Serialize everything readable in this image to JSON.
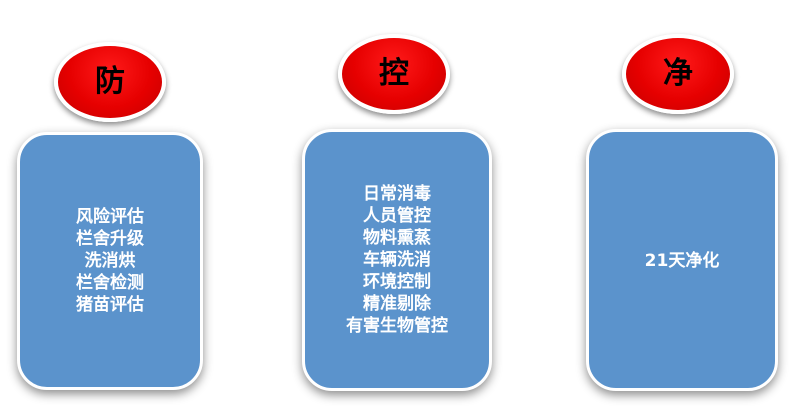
{
  "colors": {
    "badge_fill": "#e60000",
    "card_fill": "#5b93cc",
    "card_text": "#ffffff",
    "badge_text": "#000000"
  },
  "columns": [
    {
      "badge": "防",
      "items": [
        "风险评估",
        "栏舍升级",
        "洗消烘",
        "栏舍检测",
        "猪苗评估"
      ]
    },
    {
      "badge": "控",
      "items": [
        "日常消毒",
        "人员管控",
        "物料熏蒸",
        "车辆洗消",
        "环境控制",
        "精准剔除",
        "有害生物管控"
      ]
    },
    {
      "badge": "净",
      "items": [
        "21天净化"
      ]
    }
  ]
}
